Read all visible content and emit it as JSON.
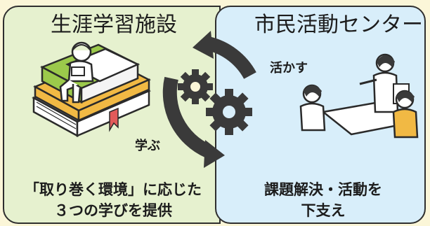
{
  "left_panel": {
    "title": "生涯学習施設",
    "caption_line1": "「取り巻く環境」に応じた",
    "caption_line2": "３つの学びを提供",
    "background_color": "#e6f1cf"
  },
  "right_panel": {
    "title": "市民活動センター",
    "caption_line1": "課題解決・活動を",
    "caption_line2": "下支え",
    "background_color": "#d8eefa"
  },
  "cycle": {
    "top_arrow_label": "活かす",
    "bottom_arrow_label": "学ぶ",
    "arrow_color": "#3a3a3a",
    "gear_icon": "gear-icon"
  },
  "page_background": "#fbf6d8"
}
